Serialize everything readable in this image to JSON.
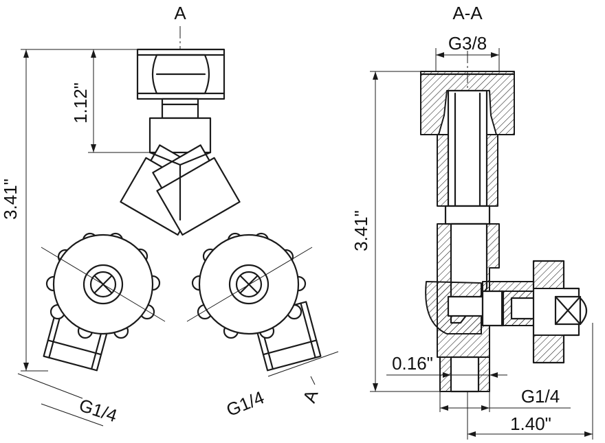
{
  "labels": {
    "view_front": "A",
    "view_section": "A-A",
    "section_mark": "A"
  },
  "dimensions": {
    "height_front": "3.41\"",
    "height_neck": "1.12\"",
    "port_left": "G1/4",
    "port_right": "G1/4",
    "height_section": "3.41\"",
    "top_thread": "G3/8",
    "wall": "0.16\"",
    "port_section": "G1/4",
    "width_section": "1.40\""
  },
  "colors": {
    "line": "#1a1a1a",
    "background": "#ffffff"
  }
}
